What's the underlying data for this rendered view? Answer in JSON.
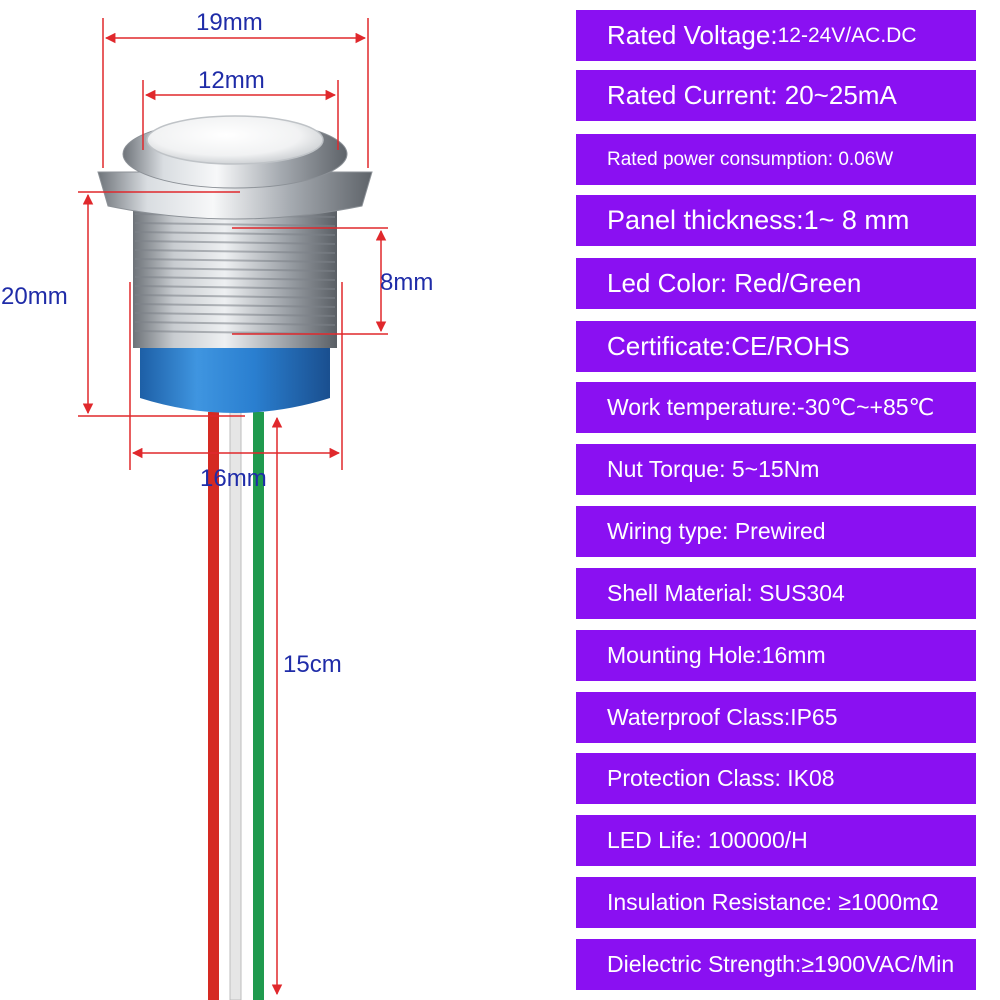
{
  "colors": {
    "dimension": "#e0282c",
    "label": "#1f2ca8",
    "spec_background": "#8a10f2",
    "spec_text": "#ffffff",
    "wire_red": "#d52a22",
    "wire_white": "#e8e8e8",
    "wire_green": "#1f9a4e",
    "base_blue": "#2a7fd0",
    "metal": "#b9bec3"
  },
  "dimensions": {
    "overall_diameter": "19mm",
    "lens_diameter": "12mm",
    "height": "20mm",
    "thread_length": "8mm",
    "thread_diameter": "16mm",
    "wire_length": "15cm"
  },
  "specs": [
    {
      "key": "rated-voltage",
      "label": "Rated Voltage",
      "sep": ":",
      "value": "12-24V/AC.DC"
    },
    {
      "key": "rated-current",
      "label": "Rated Current",
      "sep": ": ",
      "value": "20~25mA"
    },
    {
      "key": "rated-power",
      "label": "Rated power consumption",
      "sep": ": ",
      "value": "0.06W"
    },
    {
      "key": "panel-thickness",
      "label": "Panel thickness",
      "sep": ":",
      "value": "1~ 8 mm"
    },
    {
      "key": "led-color",
      "label": "Led Color",
      "sep": ": ",
      "value": "Red/Green"
    },
    {
      "key": "certificate",
      "label": "Certificate",
      "sep": ":",
      "value": "CE/ROHS"
    },
    {
      "key": "work-temperature",
      "label": "Work temperature",
      "sep": ":",
      "value": "-30℃~+85℃"
    },
    {
      "key": "nut-torque",
      "label": "Nut Torque",
      "sep": ": ",
      "value": "5~15Nm"
    },
    {
      "key": "wiring-type",
      "label": "Wiring type",
      "sep": ": ",
      "value": "Prewired"
    },
    {
      "key": "shell-material",
      "label": "Shell Material",
      "sep": ": ",
      "value": "SUS304"
    },
    {
      "key": "mounting-hole",
      "label": "Mounting Hole",
      "sep": ":",
      "value": "16mm"
    },
    {
      "key": "waterproof-class",
      "label": "Waterproof Class",
      "sep": ":",
      "value": "IP65"
    },
    {
      "key": "protection-class",
      "label": "Protection Class",
      "sep": ": ",
      "value": "IK08"
    },
    {
      "key": "led-life",
      "label": "LED Life",
      "sep": ": ",
      "value": "100000/H"
    },
    {
      "key": "insulation-resistance",
      "label": "Insulation Resistance",
      "sep": ": ",
      "value": "≥1000mΩ"
    },
    {
      "key": "dielectric-strength",
      "label": "Dielectric Strength",
      "sep": ":",
      "value": "≥1900VAC/Min"
    }
  ]
}
